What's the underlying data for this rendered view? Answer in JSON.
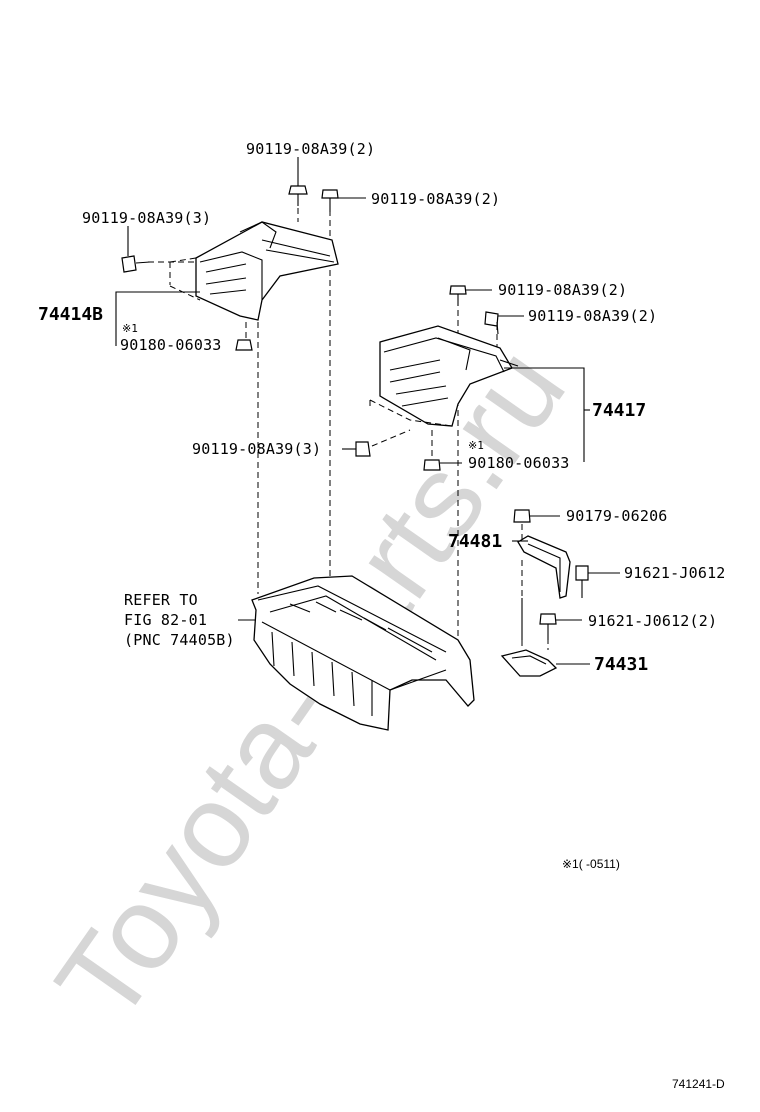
{
  "watermark": "Toyota-parts.ru",
  "footnote": "※1(  -0511)",
  "diagram_id": "741241-D",
  "callouts": {
    "bolt_top_a": "90119-08A39(2)",
    "bolt_top_b": "90119-08A39(2)",
    "bolt_left": "90119-08A39(3)",
    "pnc_left_bracket": "74414B",
    "note_left": "※1",
    "nut_left": "90180-06033",
    "bolt_right_a": "90119-08A39(2)",
    "bolt_right_b": "90119-08A39(2)",
    "pnc_right_bracket": "74417",
    "bolt_mid": "90119-08A39(3)",
    "note_right": "※1",
    "nut_right": "90180-06033",
    "nut_clamp": "90179-06206",
    "pnc_clamp": "74481",
    "bolt_clamp_a": "91621-J0612",
    "bolt_clamp_b": "91621-J0612(2)",
    "pnc_lower_bracket": "74431",
    "refer_line1": "REFER TO",
    "refer_line2": "FIG 82-01",
    "refer_line3": "(PNC 74405B)"
  }
}
